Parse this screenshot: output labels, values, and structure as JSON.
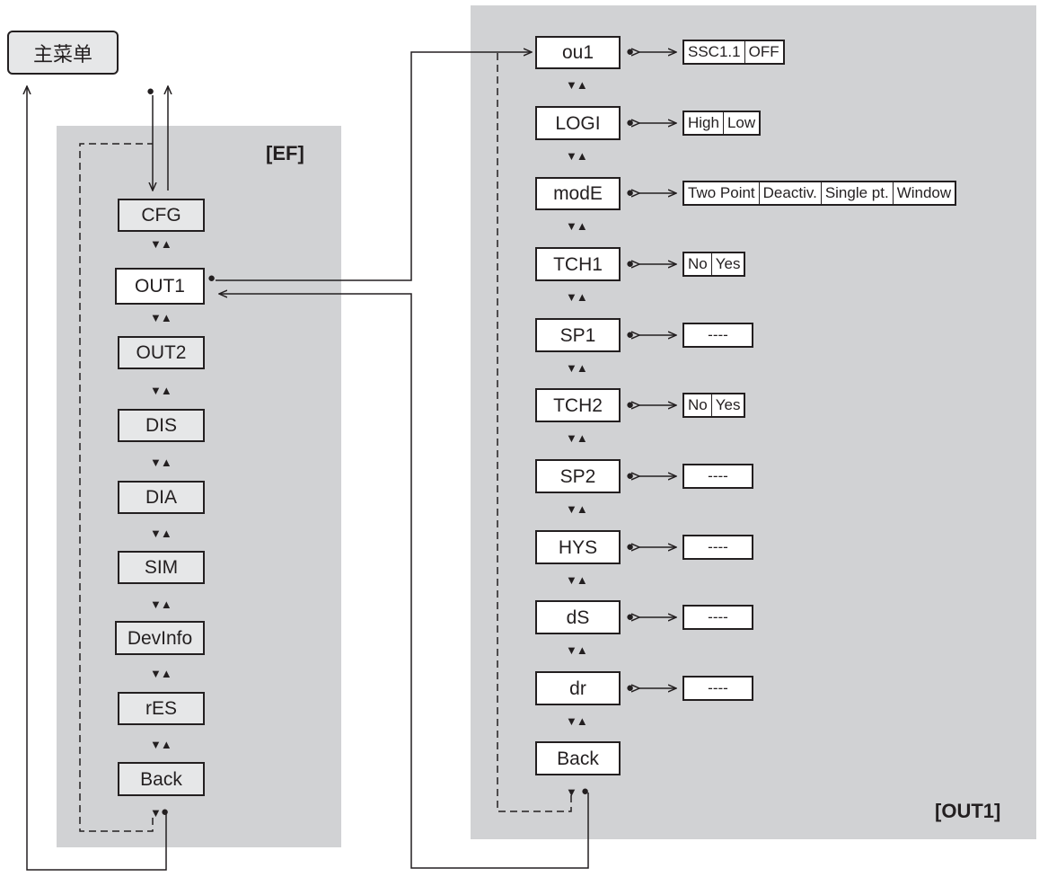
{
  "main_menu": "主菜单",
  "ef_menu": {
    "tag": "[EF]",
    "items": [
      "CFG",
      "OUT1",
      "OUT2",
      "DIS",
      "DIA",
      "SIM",
      "DevInfo",
      "rES",
      "Back"
    ],
    "selected": "OUT1"
  },
  "out1_menu": {
    "tag": "[OUT1]",
    "params": [
      {
        "name": "ou1",
        "options": [
          "SSC1.1",
          "OFF"
        ]
      },
      {
        "name": "LOGI",
        "options": [
          "High",
          "Low"
        ]
      },
      {
        "name": "modE",
        "options": [
          "Two Point",
          "Deactiv.",
          "Single pt.",
          "Window"
        ]
      },
      {
        "name": "TCH1",
        "options": [
          "No",
          "Yes"
        ]
      },
      {
        "name": "SP1",
        "options": [
          "----"
        ]
      },
      {
        "name": "TCH2",
        "options": [
          "No",
          "Yes"
        ]
      },
      {
        "name": "SP2",
        "options": [
          "----"
        ]
      },
      {
        "name": "HYS",
        "options": [
          "----"
        ]
      },
      {
        "name": "dS",
        "options": [
          "----"
        ]
      },
      {
        "name": "dr",
        "options": [
          "----"
        ]
      }
    ],
    "back": "Back"
  },
  "symbols": {
    "nav": "▼▲",
    "nav_down": "▼",
    "select_dot": "●",
    "up_arrow": "↑"
  }
}
